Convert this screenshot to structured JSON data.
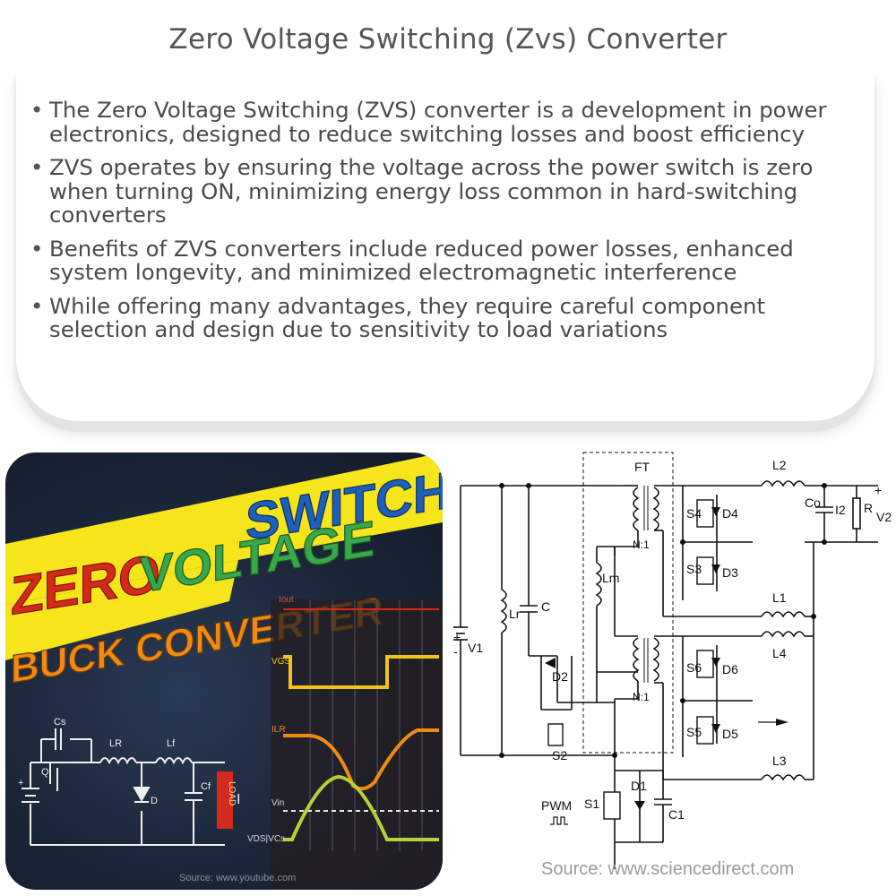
{
  "title": "Zero Voltage Switching (Zvs) Converter",
  "bullets": [
    "The Zero Voltage Switching (ZVS) converter is a development in power electronics, designed to reduce switching losses and boost efficiency",
    "ZVS operates by ensuring the voltage across the power switch is zero when turning ON, minimizing energy loss common in hard-switching converters",
    "Benefits of ZVS converters include reduced power losses, enhanced system longevity, and minimized electromagnetic interference",
    "While offering many advantages, they require careful component selection and design due to sensitivity to load variations"
  ],
  "left_image": {
    "banner_zero": "ZERO",
    "banner_voltage": "VOLTAGE",
    "banner_switching": "SWITCHING",
    "banner_buck": "BUCK CONVERTER",
    "labels": {
      "cs": "Cs",
      "q": "Q",
      "lr": "LR",
      "lf": "Lf",
      "d": "D",
      "cf": "Cf",
      "load": "LOAD",
      "i": "I",
      "plus": "+",
      "iout": "Iout",
      "vgs": "VGS",
      "ilr": "ILR",
      "vin": "Vin",
      "vds": "VDS|VCs"
    },
    "source": "Source: www.youtube.com",
    "colors": {
      "red": "#d42a1a",
      "orange": "#ef8a12",
      "green": "#39a84a",
      "blue": "#1e5fb8",
      "yellow": "#f5e51a",
      "wave_yellow": "#f2c318",
      "wave_green": "#b5d23b"
    }
  },
  "right_image": {
    "labels": {
      "ft": "FT",
      "n1_top": "N:1",
      "n1_bottom": "N:1",
      "lm": "Lm",
      "lr": "Lr",
      "c": "C",
      "v1": "V1",
      "d2": "D2",
      "s2": "S2",
      "pwm": "PWM",
      "s1": "S1",
      "d1": "D1",
      "c1": "C1",
      "s4": "S4",
      "d4": "D4",
      "s3": "S3",
      "d3": "D3",
      "s6": "S6",
      "d6": "D6",
      "s5": "S5",
      "d5": "D5",
      "l1": "L1",
      "l2": "L2",
      "l3": "L3",
      "l4": "L4",
      "co": "Co",
      "i2": "I2",
      "r": "R",
      "v2": "V2",
      "plus": "+",
      "minus": "-"
    },
    "source": "Source: www.sciencedirect.com"
  }
}
